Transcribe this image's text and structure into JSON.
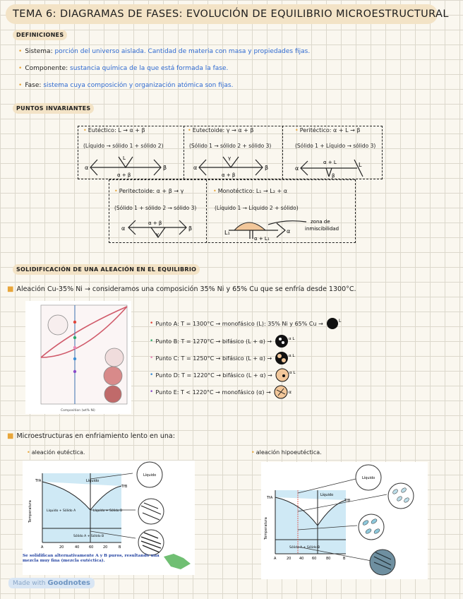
{
  "title": "TEMA 6: DIAGRAMAS DE FASES: EVOLUCIÓN DE EQUILIBRIO MICROESTRUCTURAL",
  "definitions": {
    "heading": "DEFINICIONES",
    "items": [
      {
        "term": "Sistema:",
        "text": "porción del universo aislada. Cantidad de materia con masa y propiedades fijas."
      },
      {
        "term": "Componente:",
        "text": "sustancia química de la que está formada la fase."
      },
      {
        "term": "Fase:",
        "text": "sistema cuya composición y organización atómica son fijas."
      }
    ]
  },
  "invariant": {
    "heading": "PUNTOS INVARIANTES",
    "points": [
      {
        "name": "Eutéctico:",
        "reaction": "L → α + β",
        "detail": "(Líquido → sólido 1 + sólido 2)"
      },
      {
        "name": "Eutectoide:",
        "reaction": "γ → α + β",
        "detail": "(Sólido 1 → sólido 2 + sólido 3)"
      },
      {
        "name": "Peritéctico:",
        "reaction": "α + L → β",
        "detail": "(Sólido 1 + Líquido → sólido 3)"
      },
      {
        "name": "Peritectoide:",
        "reaction": "α + β → γ",
        "detail": "(Sólido 1 + sólido 2 → sólido 3)"
      },
      {
        "name": "Monotéctico:",
        "reaction": "L₁ → L₂ + α",
        "detail": "(Líquido 1 → Líquido 2 + sólido)"
      }
    ],
    "sketch_labels": {
      "alpha": "α",
      "beta": "β",
      "gamma": "γ",
      "L": "L",
      "L1": "L₁",
      "ab": "α + β",
      "aL": "α + L",
      "aL1": "α + L₁",
      "zona": "zona de",
      "inmisc": "inmiscibilidad"
    }
  },
  "solid": {
    "heading": "SOLIDIFICACIÓN DE UNA ALEACIÓN EN EL EQUILIBRIO",
    "intro": "Aleación Cu-35% Ni → consideramos una composición 35% Ni y 65% Cu que se enfría desde 1300°C.",
    "axis_x": "Composition (wt% Ni)",
    "points": [
      {
        "text": "Punto A: T = 1300°C → monofásico (L): 35% Ni y 65% Cu →",
        "color": "#e0453a",
        "tag": "L"
      },
      {
        "text": "Punto B: T = 1270°C → bifásico (L + α) →",
        "color": "#2fa86a",
        "tag": "α L"
      },
      {
        "text": "Punto C: T = 1250°C → bifásico (L + α) →",
        "color": "#e98ab8",
        "tag": "α L"
      },
      {
        "text": "Punto D: T = 1220°C → bifásico (L + α) →",
        "color": "#3d8fd6",
        "tag": "α L"
      },
      {
        "text": "Punto E: T < 1220°C → monofásico (α) →",
        "color": "#8a4cc9",
        "tag": "α"
      }
    ]
  },
  "micro": {
    "heading": "Microestructuras en enfriamiento lento en una:",
    "eutectic": {
      "label": "aleación eutéctica.",
      "y_label": "Temperatura",
      "TfA": "TfA",
      "TfB": "TfB",
      "liquido": "Líquido",
      "liq_solA": "Líquido + Sólido A",
      "liq_solB": "Líquido + Sólido B",
      "solAB": "Sólido A + Sólido B",
      "x_ticks": [
        "A",
        "20",
        "40",
        "60",
        "20",
        "B"
      ],
      "note": "Se solidifican alternativamente A y B puros, resultando una mezcla muy fina (mezcla eutéctica)."
    },
    "hypo": {
      "label": "aleación hipoeutéctica.",
      "y_label": "Temperatura",
      "TfA": "TfA",
      "TfB": "TfB",
      "liquido": "Líquido",
      "solAB": "Sólido A + Sólido B",
      "x_ticks": [
        "A",
        "20",
        "40",
        "60",
        "80",
        "B"
      ]
    }
  },
  "footer": {
    "made": "Made with",
    "brand": "Goodnotes"
  }
}
